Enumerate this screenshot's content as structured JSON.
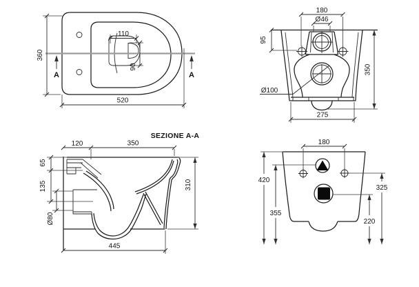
{
  "drawing": {
    "top_view": {
      "overall_depth": "360",
      "bowl_width": "110",
      "bowl_depth": "90",
      "overall_width": "520",
      "section_marker": "A"
    },
    "front_view": {
      "bolt_spacing": "180",
      "inlet_diameter": "Ø46",
      "inlet_drop": "95",
      "overall_height": "350",
      "outlet_diameter": "Ø100",
      "base_width": "275"
    },
    "section_view": {
      "title": "SEZIONE A-A",
      "wall_to_inlet": "120",
      "inlet_to_front": "350",
      "top_to_inlet": "65",
      "inlet_to_outlet": "135",
      "outlet_diameter": "Ø80",
      "body_height": "310",
      "overall_depth": "445"
    },
    "rear_view": {
      "bolt_spacing": "180",
      "top_height": "420",
      "inlet_axis_height": "355",
      "bolt_axis_height": "325",
      "outlet_axis_height": "220"
    }
  }
}
